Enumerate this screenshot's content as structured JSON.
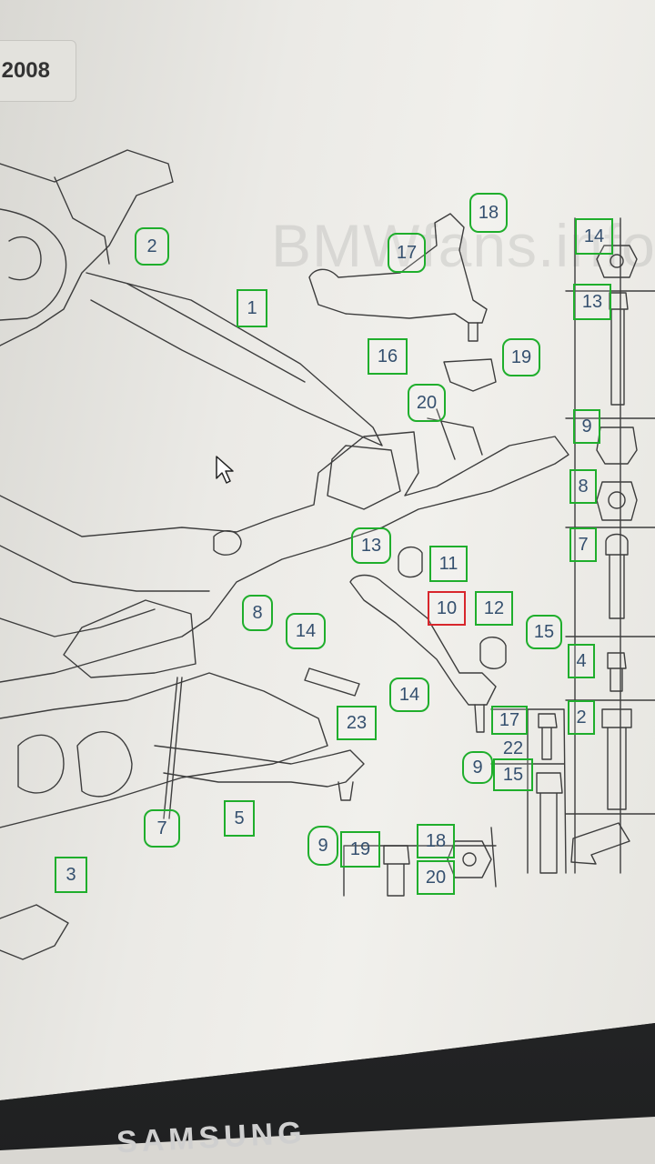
{
  "header": {
    "model_year": "2008"
  },
  "watermark": "BMWfans.info",
  "monitor_brand": "SAMSUNG",
  "colors": {
    "callout_border": "#1fae2c",
    "selected_border": "#d8262c",
    "callout_text": "#35506f"
  },
  "callouts": [
    {
      "id": "c1",
      "label": "1"
    },
    {
      "id": "c2",
      "label": "2"
    },
    {
      "id": "c3",
      "label": "3"
    },
    {
      "id": "c5",
      "label": "5"
    },
    {
      "id": "c7a",
      "label": "7"
    },
    {
      "id": "c8a",
      "label": "8"
    },
    {
      "id": "c9a",
      "label": "9"
    },
    {
      "id": "c9b",
      "label": "9"
    },
    {
      "id": "c10",
      "label": "10",
      "selected": true
    },
    {
      "id": "c11",
      "label": "11"
    },
    {
      "id": "c12",
      "label": "12"
    },
    {
      "id": "c13a",
      "label": "13"
    },
    {
      "id": "c14a",
      "label": "14"
    },
    {
      "id": "c14b",
      "label": "14"
    },
    {
      "id": "c15a",
      "label": "15"
    },
    {
      "id": "c15b",
      "label": "15"
    },
    {
      "id": "c16",
      "label": "16"
    },
    {
      "id": "c17a",
      "label": "17"
    },
    {
      "id": "c17b",
      "label": "17"
    },
    {
      "id": "c18a",
      "label": "18"
    },
    {
      "id": "c18b",
      "label": "18"
    },
    {
      "id": "c19a",
      "label": "19"
    },
    {
      "id": "c19b",
      "label": "19"
    },
    {
      "id": "c20a",
      "label": "20"
    },
    {
      "id": "c20b",
      "label": "20"
    },
    {
      "id": "c22",
      "label": "22"
    },
    {
      "id": "c23",
      "label": "23"
    },
    {
      "id": "r14",
      "label": "14"
    },
    {
      "id": "r13",
      "label": "13"
    },
    {
      "id": "r9",
      "label": "9"
    },
    {
      "id": "r8",
      "label": "8"
    },
    {
      "id": "r7",
      "label": "7"
    },
    {
      "id": "r4",
      "label": "4"
    },
    {
      "id": "r2",
      "label": "2"
    }
  ]
}
